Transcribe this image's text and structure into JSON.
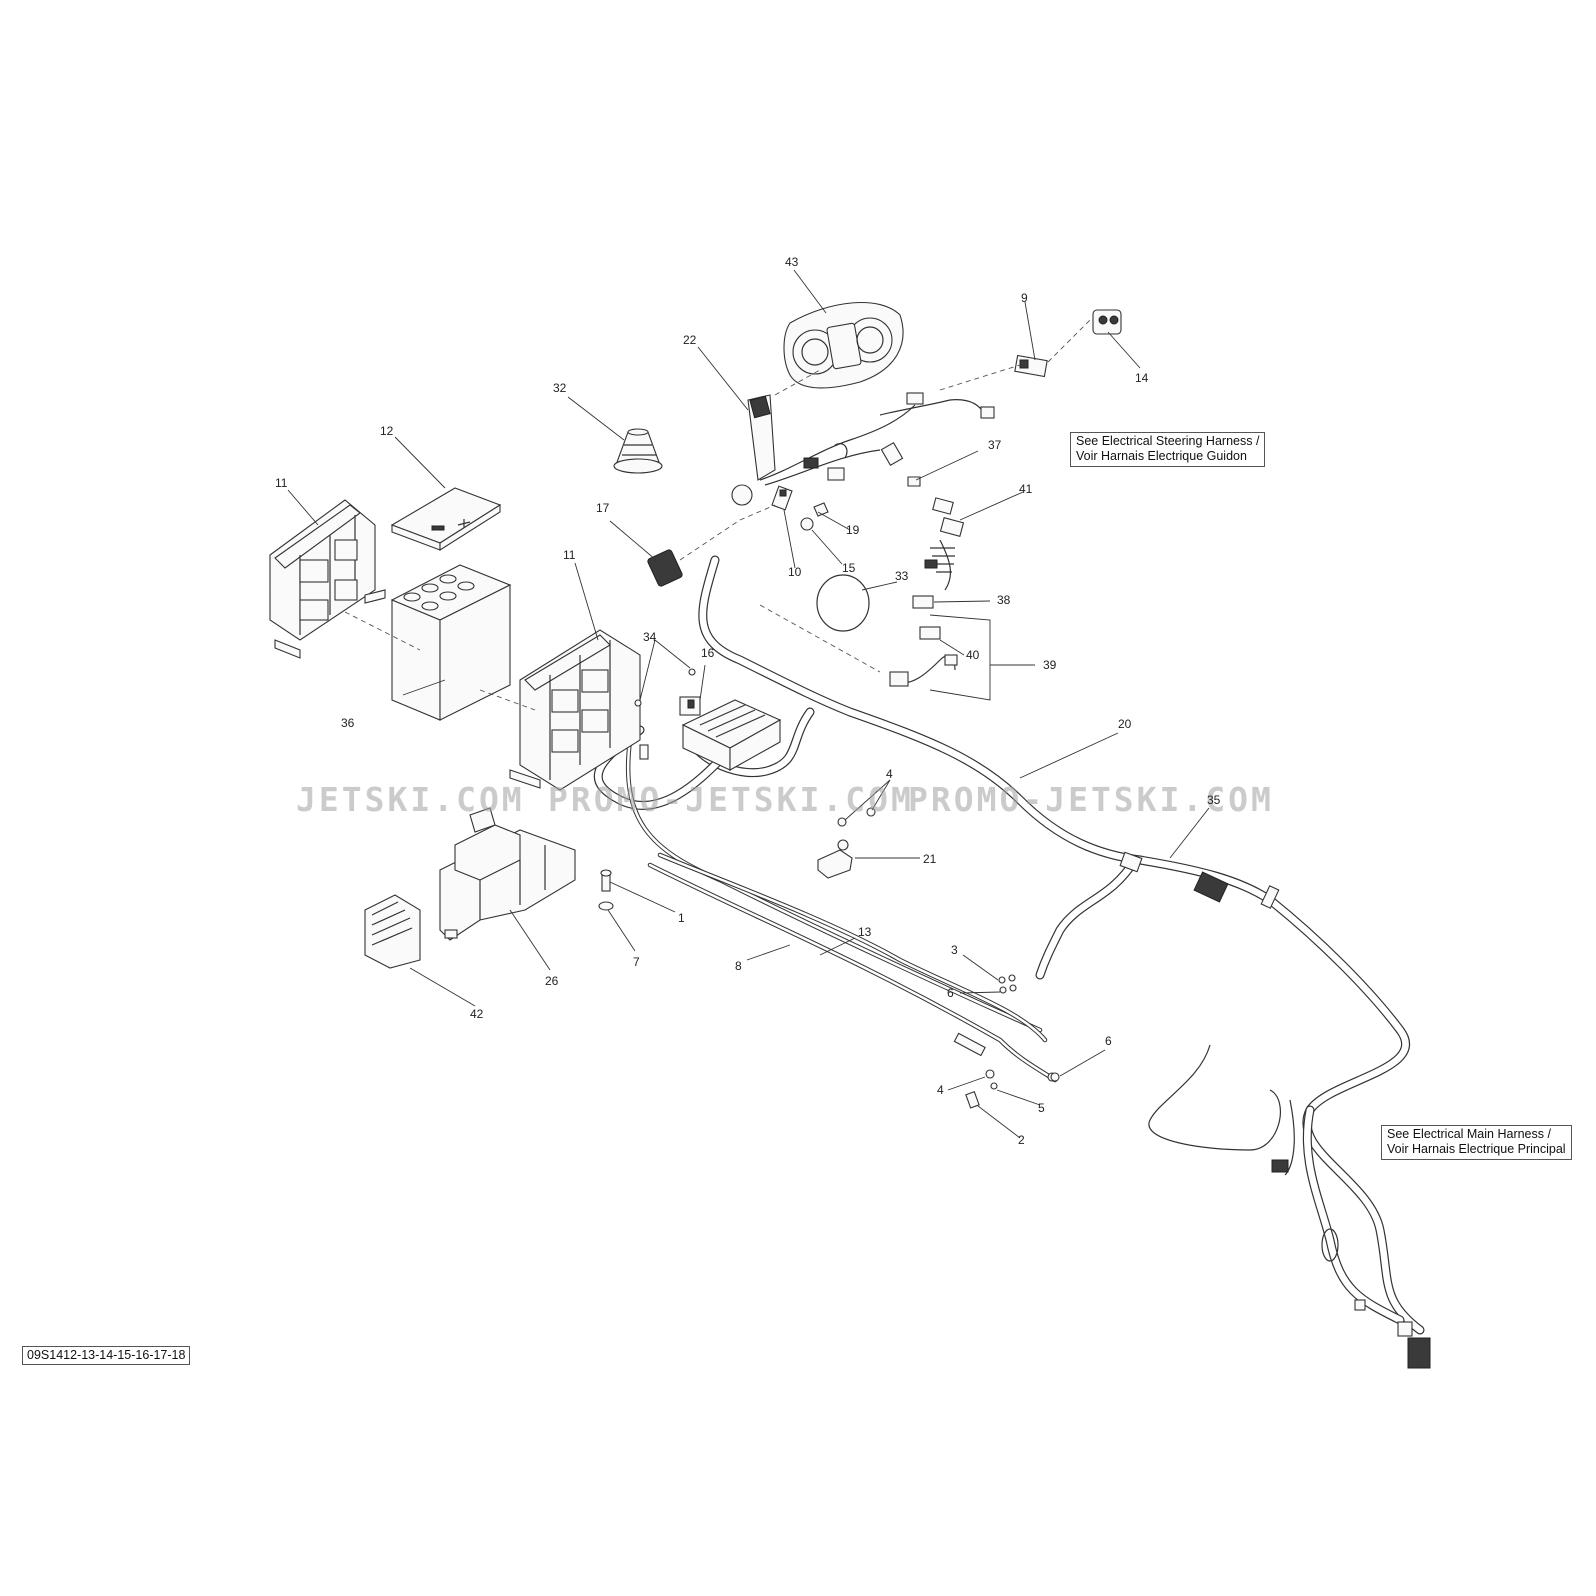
{
  "callouts": {
    "c1": "1",
    "c2": "2",
    "c3": "3",
    "c4a": "4",
    "c4b": "4",
    "c5": "5",
    "c6a": "6",
    "c6b": "6",
    "c7": "7",
    "c8": "8",
    "c9": "9",
    "c10": "10",
    "c11a": "11",
    "c11b": "11",
    "c12": "12",
    "c13": "13",
    "c14": "14",
    "c15": "15",
    "c16": "16",
    "c17": "17",
    "c19": "19",
    "c20": "20",
    "c21": "21",
    "c22": "22",
    "c26": "26",
    "c32": "32",
    "c33": "33",
    "c34": "34",
    "c35": "35",
    "c36": "36",
    "c37": "37",
    "c38": "38",
    "c39": "39",
    "c40": "40",
    "c41": "41",
    "c42": "42",
    "c43": "43"
  },
  "notes": {
    "steering_line1": "See Electrical Steering Harness /",
    "steering_line2": "Voir Harnais Electrique Guidon",
    "main_line1": "See Electrical Main Harness /",
    "main_line2": "Voir Harnais Electrique Principal"
  },
  "reference": "09S1412-13-14-15-16-17-18",
  "watermark": {
    "part1": "JETSKI.COM",
    "part2": "PROMO-JETSKI.COM",
    "part3": "PROMO-JETSKI.COM"
  }
}
